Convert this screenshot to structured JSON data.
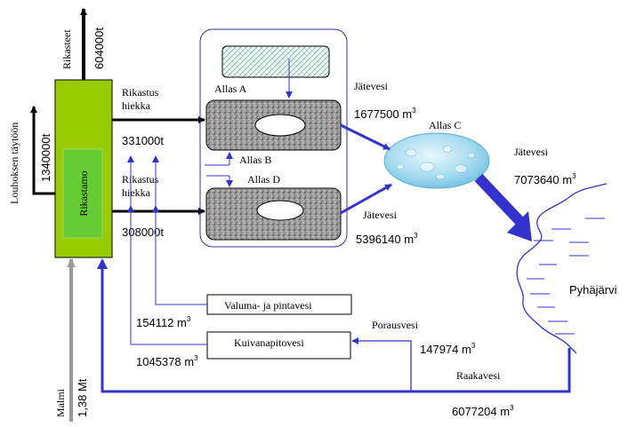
{
  "labels": {
    "rikasteet": "Rikasteet",
    "rikasteet_value": "604000t",
    "louhos": "Louhoksen täytöön",
    "louhos_value": "1340000t",
    "rikastamo": "Rikastamo",
    "malmi": "Malmi",
    "malmi_value": "1,38 Mt",
    "rikastus_hiekka_1_line1": "Rikastus",
    "rikastus_hiekka_1_line2": "hiekka",
    "rikastus_hiekka_1_value": "331000t",
    "rikastus_hiekka_2_line1": "Rikastus",
    "rikastus_hiekka_2_line2": "hiekka",
    "rikastus_hiekka_2_value": "308000t",
    "allas_a": "Allas A",
    "allas_b": "Allas B",
    "allas_c": "Allas C",
    "allas_d": "Allas D",
    "jatevesi_1": "Jätevesi",
    "jatevesi_1_value": "1677500 m",
    "jatevesi_2": "Jätevesi",
    "jatevesi_2_value": "5396140 m",
    "jatevesi_3": "Jätevesi",
    "jatevesi_3_value": "7073640 m",
    "pyhajarvi": "Pyhäjärvi",
    "valuma": "Valuma- ja pintavesi",
    "valuma_value": "154112  m",
    "kuivanapito": "Kuivanapitovesi",
    "kuivanapito_value": "1045378 m",
    "porausvesi": "Porausvesi",
    "porausvesi_value": "147974 m",
    "raakavesi": "Raakavesi",
    "raakavesi_value": "6077204 m",
    "cube_exp": "3"
  },
  "colors": {
    "rikastamo_fill": "#99cc00",
    "rikastamo_inner": "#66cc33",
    "flow_blue": "#3333cc",
    "grey_arrow": "#999999",
    "pond_c": "#b3e0f2",
    "pond_a_pattern": "#6bb8a0"
  }
}
